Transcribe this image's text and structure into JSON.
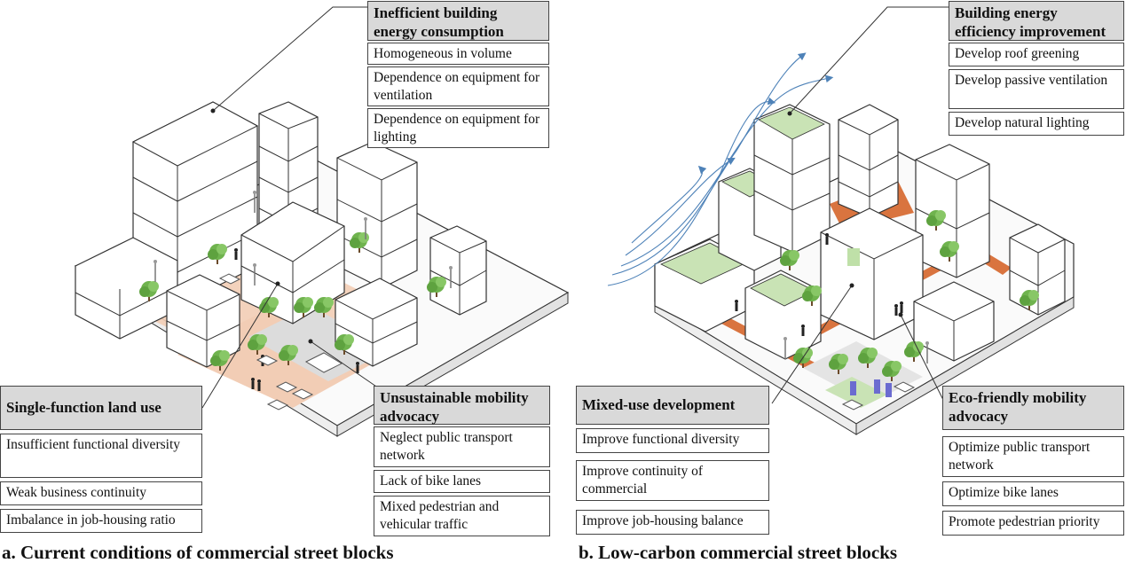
{
  "panel_a": {
    "caption": "a. Current conditions of commercial street blocks",
    "energy": {
      "header": "Inefficient building energy consumption",
      "items": [
        "Homogeneous in volume",
        "Dependence on equipment for ventilation",
        "Dependence on equipment for lighting"
      ]
    },
    "land_use": {
      "header": "Single-function land use",
      "items": [
        "Insufficient functional diversity",
        "Weak business continuity",
        "Imbalance in job-housing ratio"
      ]
    },
    "mobility": {
      "header": "Unsustainable mobility advocacy",
      "items": [
        "Neglect public transport network",
        "Lack of bike lanes",
        "Mixed pedestrian and vehicular traffic"
      ]
    }
  },
  "panel_b": {
    "caption": "b. Low-carbon commercial street blocks",
    "energy": {
      "header": "Building energy efficiency improvement",
      "items": [
        "Develop roof greening",
        "Develop passive ventilation",
        "Develop natural lighting"
      ]
    },
    "land_use": {
      "header": "Mixed-use development",
      "items": [
        "Improve functional diversity",
        "Improve continuity of commercial",
        "Improve job-housing balance"
      ]
    },
    "mobility": {
      "header": "Eco-friendly mobility advocacy",
      "items": [
        "Optimize public transport network",
        "Optimize bike lanes",
        "Promote pedestrian priority"
      ]
    }
  },
  "colors": {
    "header_fill": "#d9d9d9",
    "pavement": "#f2cdb5",
    "bike_lane": "#d9743f",
    "green_roof": "#c9e3b5",
    "wind_arrows": "#4e82b8",
    "tree": "#6fb34e"
  },
  "icons": [
    "tree-icon",
    "person-icon",
    "car-icon",
    "bus-icon",
    "wind-arrow-icon"
  ]
}
